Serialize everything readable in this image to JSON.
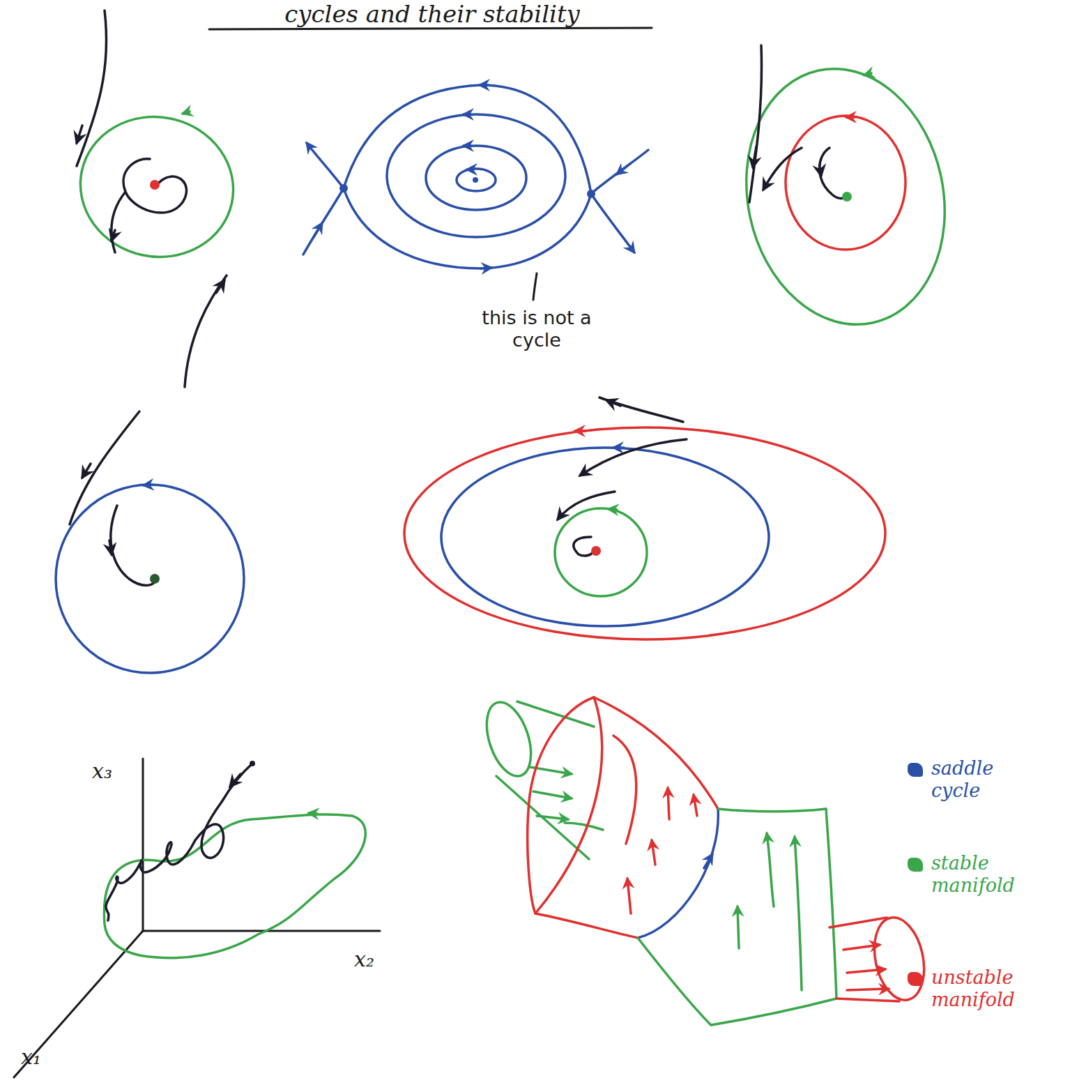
{
  "diagram": {
    "title": "cycles and their stability",
    "labels": [
      "this is not a cycle",
      "x₃",
      "x₂",
      "x₁"
    ],
    "legend": [
      {
        "text": "saddle cycle",
        "color": "#2a4fa8"
      },
      {
        "text": "stable manifold",
        "color": "#3aa64a"
      },
      {
        "text": "unstable manifold",
        "color": "#e03030"
      }
    ]
  }
}
